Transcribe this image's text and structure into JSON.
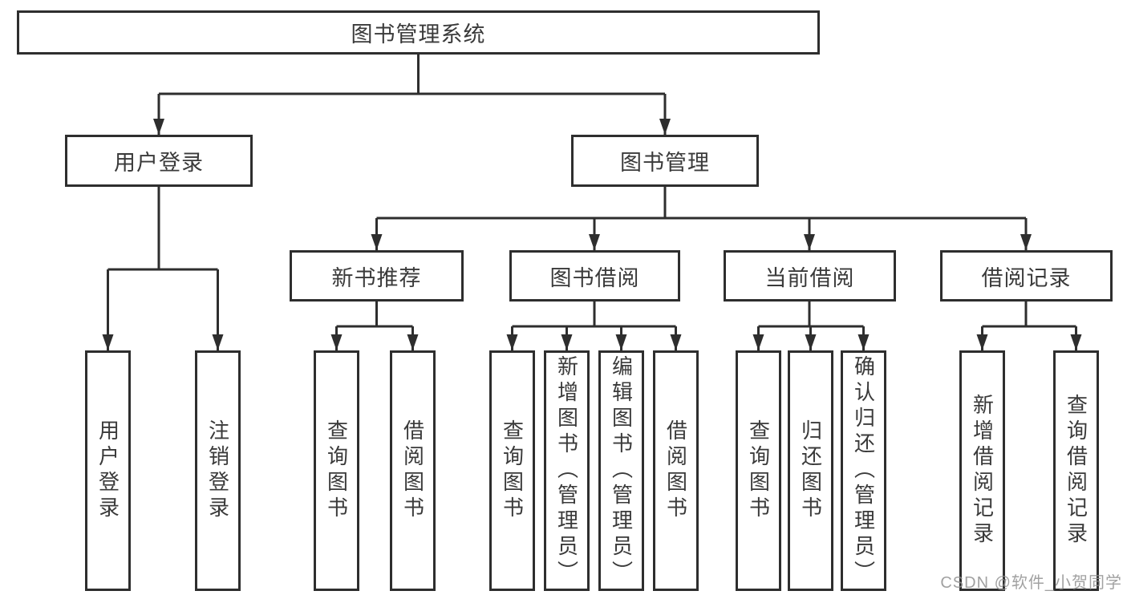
{
  "diagram": {
    "title": "图书管理系统",
    "root": {
      "label": "图书管理系统"
    },
    "level2": [
      {
        "label": "用户登录"
      },
      {
        "label": "图书管理"
      }
    ],
    "level3": [
      {
        "label": "新书推荐"
      },
      {
        "label": "图书借阅"
      },
      {
        "label": "当前借阅"
      },
      {
        "label": "借阅记录"
      }
    ],
    "leaves": [
      {
        "label": "用户登录"
      },
      {
        "label": "注销登录"
      },
      {
        "label": "查询图书"
      },
      {
        "label": "借阅图书"
      },
      {
        "label": "查询图书"
      },
      {
        "label": "新增图书（管理员）"
      },
      {
        "label": "编辑图书（管理员）"
      },
      {
        "label": "借阅图书"
      },
      {
        "label": "查询图书"
      },
      {
        "label": "归还图书"
      },
      {
        "label": "确认归还（管理员）"
      },
      {
        "label": "新增借阅记录"
      },
      {
        "label": "查询借阅记录"
      }
    ],
    "colors": {
      "line": "#2e2e2e",
      "text": "#3a3a3a",
      "background": "#ffffff",
      "watermark_gray": "#919191"
    },
    "watermark": "CSDN @软件_小贺同学"
  }
}
